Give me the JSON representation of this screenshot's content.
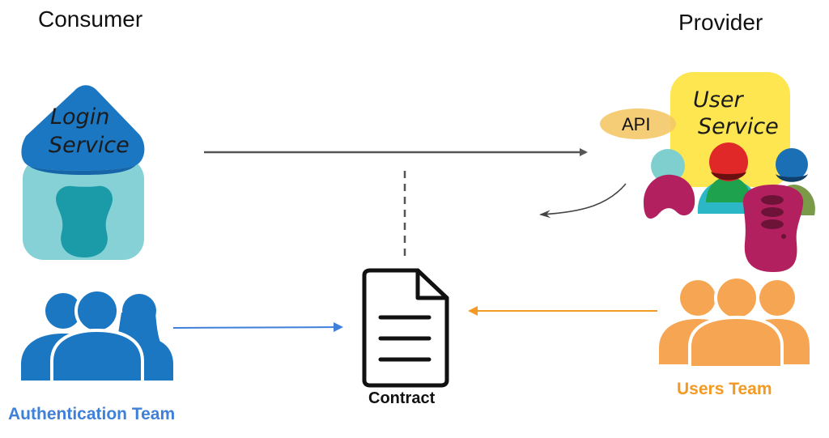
{
  "consumer": {
    "heading": "Consumer",
    "service_line1": "Login",
    "service_line2": "Service",
    "team": "Authentication Team"
  },
  "provider": {
    "heading": "Provider",
    "service_line1": "User",
    "service_line2": "Service",
    "api": "API",
    "team": "Users Team"
  },
  "contract": {
    "label": "Contract"
  },
  "colors": {
    "consumer_blue": "#1c77c3",
    "login_dark": "#1565a8",
    "login_light": "#86d1d6",
    "login_door": "#1a9ba7",
    "provider_orange": "#f6a652",
    "service_yellow": "#fde64f",
    "api_badge": "#f4c867",
    "auth_text": "#3f80d9",
    "users_text": "#f39a25",
    "arrow_blue": "#3f80d9",
    "arrow_orange": "#f39a25",
    "arrow_gray": "#555555",
    "magenta": "#b3205f",
    "red": "#e02828",
    "green": "#1ea24d",
    "teal": "#2bb7c5",
    "blue_dot": "#1a6fb5",
    "light_teal": "#7fcfcf",
    "olive": "#7a9a48"
  }
}
